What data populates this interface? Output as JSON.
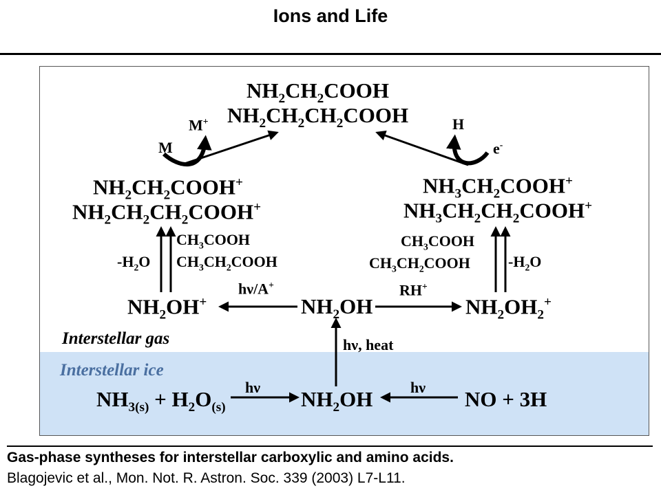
{
  "slide": {
    "title": "Ions and Life"
  },
  "diagram": {
    "top_products": {
      "line1": "NH2CH2COOH",
      "line2": "NH2CH2CH2COOH"
    },
    "left_cation": {
      "line1": "NH2CH2COOH+",
      "line2": "NH2CH2CH2COOH+"
    },
    "right_cation": {
      "line1": "NH3CH2COOH+",
      "line2": "NH3CH2CH2COOH+"
    },
    "left_neutralization": {
      "reactant": "M",
      "product": "M+"
    },
    "right_neutralization": {
      "reactant": "e-",
      "product": "H"
    },
    "left_reagents": {
      "line1": "CH3COOH",
      "line2": "CH3CH2COOH",
      "loss": "-H2O"
    },
    "right_reagents": {
      "line1": "CH3COOH",
      "line2": "CH3CH2COOH",
      "loss": "-H2O"
    },
    "gas_species": {
      "left": "NH2OH+",
      "center": "NH2OH",
      "right": "NH2OH2+"
    },
    "gas_arrow_labels": {
      "left": "hν/A+",
      "right": "RH+"
    },
    "desorption_label": "hν, heat",
    "region_labels": {
      "gas": "Interstellar gas",
      "ice": "Interstellar ice"
    },
    "ice_reaction": {
      "left": "NH3(s) + H2O(s)",
      "center": "NH2OH",
      "right": "NO + 3H",
      "arrow_label_left": "hν",
      "arrow_label_right": "hν"
    }
  },
  "colors": {
    "ice_background": "#cfe2f6",
    "ice_label": "#4a6fa0",
    "gas_label": "#000000"
  },
  "footer": {
    "caption": "Gas-phase syntheses for interstellar carboxylic and amino acids.",
    "reference": "Blagojevic et al., Mon. Not. R. Astron. Soc. 339 (2003) L7-L11."
  }
}
